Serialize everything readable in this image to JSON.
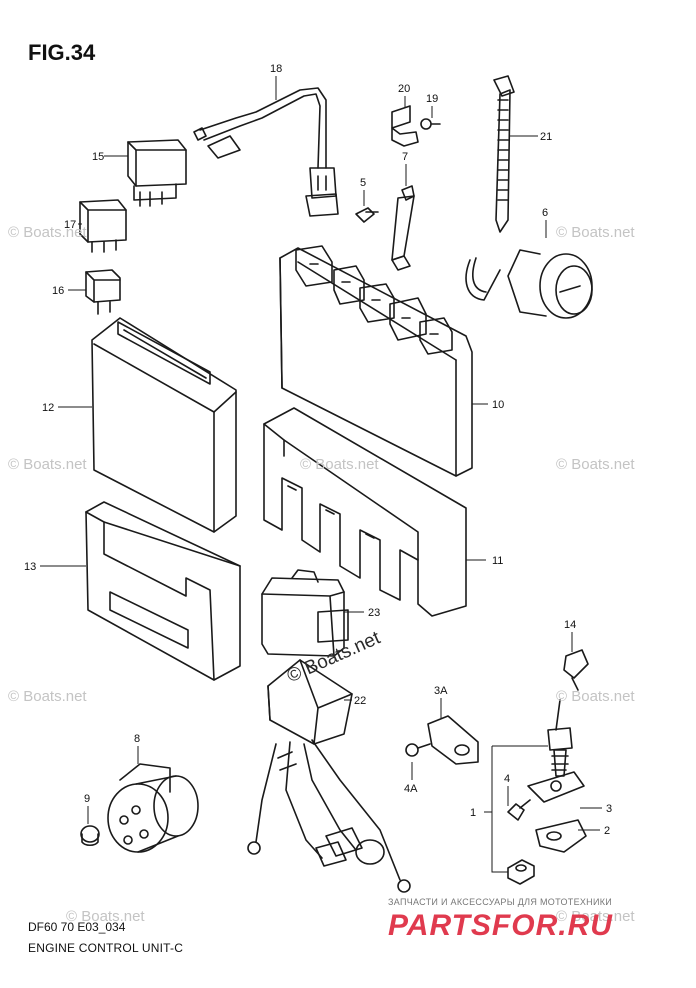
{
  "figure": {
    "title": "FIG.34",
    "code": "DF60 70 E03_034",
    "caption": "ENGINE CONTROL UNIT-C"
  },
  "watermarks": {
    "small": "© Boats.net",
    "large": "© Boats.net"
  },
  "banner": {
    "subtitle": "ЗАПЧАСТИ И АКСЕССУАРЫ ДЛЯ МОТОТЕХНИКИ",
    "logo": "PARTSFOR.RU"
  },
  "callouts": [
    "1",
    "2",
    "3",
    "3A",
    "4",
    "4A",
    "5",
    "6",
    "7",
    "8",
    "9",
    "10",
    "11",
    "12",
    "13",
    "14",
    "15",
    "16",
    "17",
    "18",
    "19",
    "20",
    "21",
    "22",
    "23"
  ]
}
